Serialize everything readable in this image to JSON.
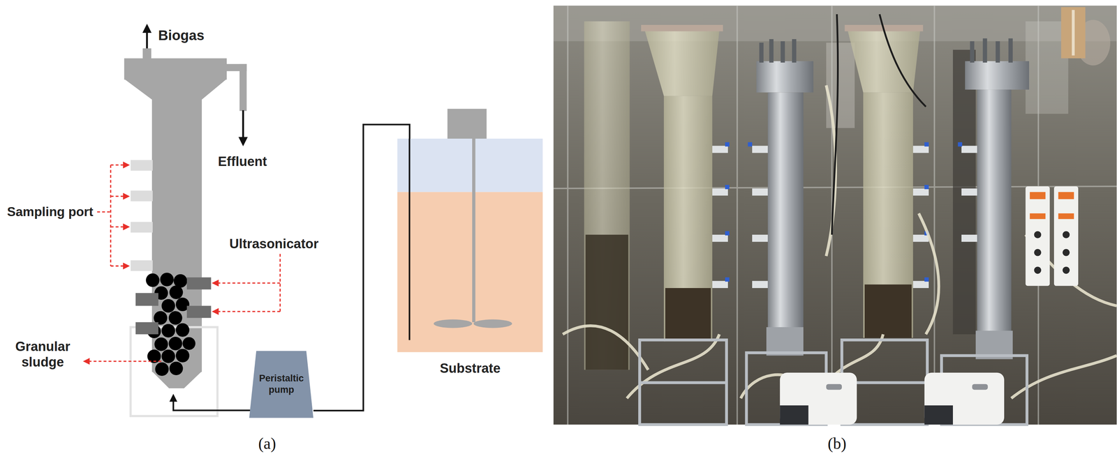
{
  "diagram": {
    "nodes": [
      {
        "text": [
          "Peristaltic pump"
        ]
      },
      {
        "text": [
          "Substrate"
        ]
      }
    ],
    "edges": [
      {
        "from": 1,
        "to": 0,
        "arrow": "none"
      }
    ],
    "labels": [
      "Biogas",
      "Effluent",
      "Sampling port",
      "Ultrasonicator",
      "Granular sludge",
      "(a)",
      "(b)"
    ]
  }
}
